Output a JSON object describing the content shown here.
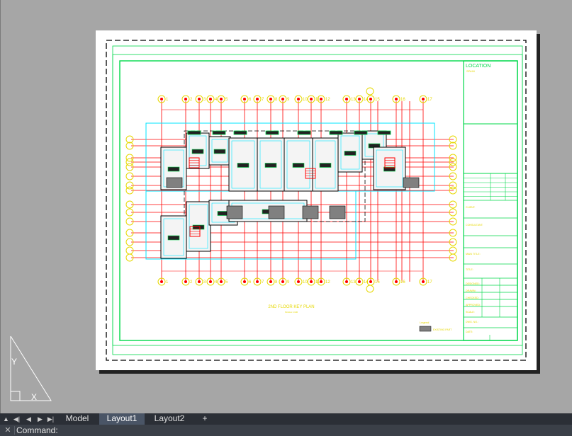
{
  "tabs": [
    {
      "label": "Model",
      "active": false
    },
    {
      "label": "Layout1",
      "active": true
    },
    {
      "label": "Layout2",
      "active": false
    },
    {
      "label": "+",
      "active": false
    }
  ],
  "nav_icons": [
    "scroll-up-icon",
    "first-layout-icon",
    "previous-layout-icon",
    "next-layout-icon",
    "last-layout-icon"
  ],
  "command": {
    "label": "Command:",
    "value": ""
  },
  "ucs_icon": {
    "y_label": "Y",
    "x_label": "X"
  },
  "sheet": {
    "title_block_heading": "LOCATION",
    "title_block_sub": "SPAIN",
    "plan_title": "2ND FLOOR KEY PLAN",
    "plan_scale": "SCALE 1:100",
    "legend_heading": "Legend",
    "legend_item": "EXISTING PART",
    "grid_bubbles": [
      "1",
      "2",
      "3",
      "4",
      "5",
      "6",
      "7",
      "8",
      "9",
      "10",
      "11",
      "12",
      "13",
      "14",
      "15",
      "16",
      "17"
    ],
    "title_rows": [
      "CLIENT:",
      "CONSULTANT:",
      "MAIN TITLE:",
      "TITLE:",
      "DESIGNED:",
      "DRAWN:",
      "CHECKED:",
      "APPROVED:",
      "SCALE:",
      "DWG. NO.:",
      "DATE:"
    ]
  },
  "colors": {
    "cad_red": "#ff0000",
    "cad_green": "#00d84a",
    "cad_cyan": "#00e5ff",
    "cad_yellow": "#e6d800",
    "cad_grey": "#808080",
    "paper": "#ffffff",
    "background": "#a6a6a6",
    "tabbar": "#2b2f36",
    "tab_active": "#4a5566"
  }
}
